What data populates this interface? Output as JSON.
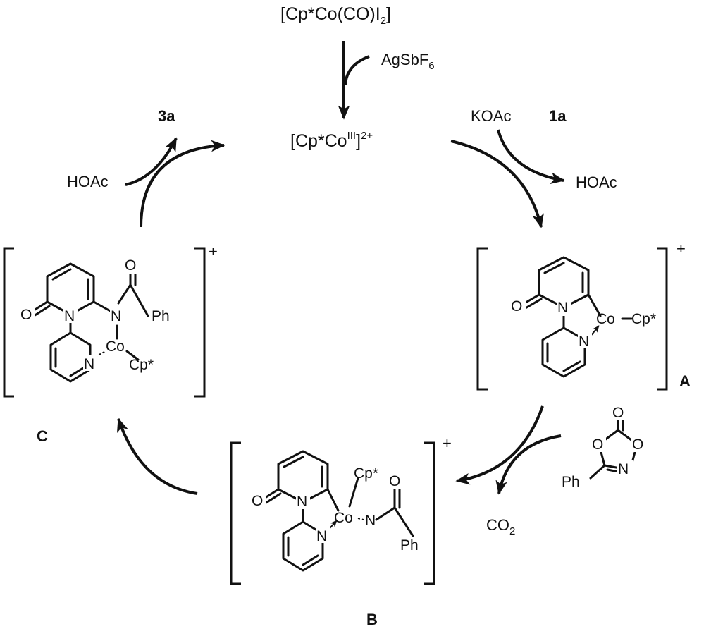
{
  "precatalyst": {
    "lead": "[Cp*Co(CO)I",
    "sub": "2",
    "tail": "]"
  },
  "activator": {
    "lead": "AgSbF",
    "sub": "6"
  },
  "active_catalyst": {
    "lead": "[Cp*Co",
    "sup1": "III",
    "mid": "]",
    "sup2": "2+"
  },
  "base": "KOAc",
  "substrate": "1a",
  "byproduct_hoac_right": "HOAc",
  "product": "3a",
  "reagent_hoac_left": "HOAc",
  "co2": {
    "lead": "CO",
    "sub": "2"
  },
  "charge": "+",
  "intermediates": {
    "a": "A",
    "b": "B",
    "c": "C"
  },
  "atoms": {
    "oxygen": "O",
    "nitrogen": "N",
    "cobalt": "Co",
    "cp_star": "Cp*",
    "phenyl": "Ph"
  }
}
